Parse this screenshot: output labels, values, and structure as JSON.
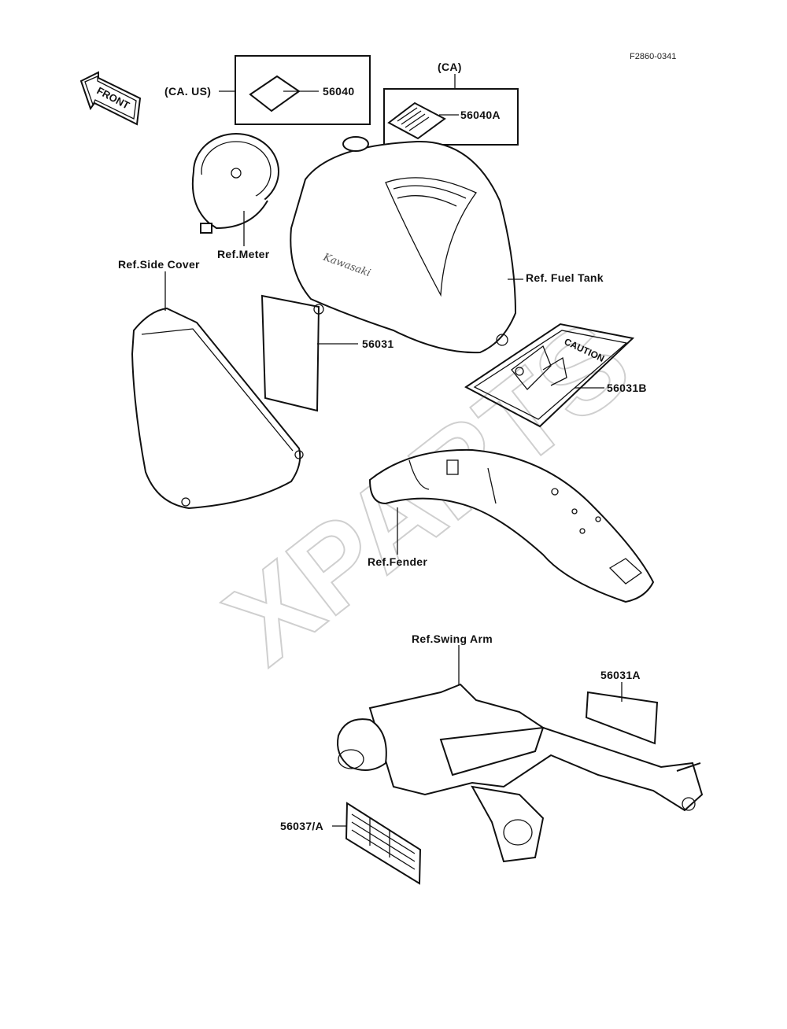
{
  "diagram_code": "F2860-0341",
  "watermark": "XPARTS",
  "front_arrow": "FRONT",
  "boxes": {
    "ca_us": {
      "region": "(CA. US)",
      "part": "56040"
    },
    "ca": {
      "region": "(CA)",
      "part": "56040A"
    }
  },
  "labels": {
    "meter": "Ref.Meter",
    "side_cover": "Ref.Side Cover",
    "fuel_tank": "Ref. Fuel Tank",
    "fender": "Ref.Fender",
    "swing_arm": "Ref.Swing Arm",
    "p56031": "56031",
    "p56031B": "56031B",
    "p56031A": "56031A",
    "p56037A": "56037/A"
  },
  "caution_text": "CAUTION"
}
